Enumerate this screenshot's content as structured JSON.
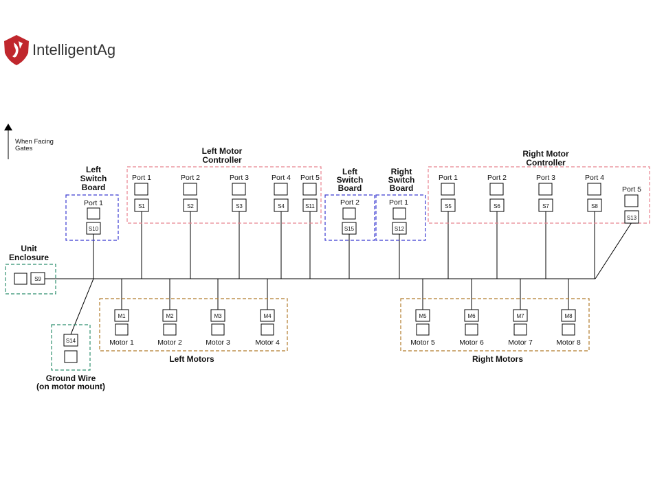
{
  "brand": {
    "name": "IntelligentAg",
    "logo_color": "#c0272d"
  },
  "orientation": {
    "line1": "When Facing",
    "line2": "Gates"
  },
  "colors": {
    "controller": "#e8838f",
    "switchboard": "#3a3ad0",
    "enclosure": "#2f8f6f",
    "motors": "#b07a2a"
  },
  "labels": {
    "left_motor_controller": [
      "Left Motor",
      "Controller"
    ],
    "right_motor_controller": [
      "Right Motor",
      "Controller"
    ],
    "left_switch_board_a": [
      "Left",
      "Switch",
      "Board"
    ],
    "left_switch_board_b": [
      "Left",
      "Switch",
      "Board"
    ],
    "right_switch_board": [
      "Right",
      "Switch",
      "Board"
    ],
    "unit_enclosure": [
      "Unit",
      "Enclosure"
    ],
    "ground_wire": [
      "Ground Wire",
      "(on motor mount)"
    ],
    "left_motors": "Left Motors",
    "right_motors": "Right Motors"
  },
  "left_controller_ports": [
    {
      "port": "Port 1",
      "sensor": "S1"
    },
    {
      "port": "Port 2",
      "sensor": "S2"
    },
    {
      "port": "Port 3",
      "sensor": "S3"
    },
    {
      "port": "Port 4",
      "sensor": "S4"
    },
    {
      "port": "Port 5",
      "sensor": "S11"
    }
  ],
  "right_controller_ports": [
    {
      "port": "Port 1",
      "sensor": "S5"
    },
    {
      "port": "Port 2",
      "sensor": "S6"
    },
    {
      "port": "Port 3",
      "sensor": "S7"
    },
    {
      "port": "Port 4",
      "sensor": "S8"
    },
    {
      "port": "Port 5",
      "sensor": "S13"
    }
  ],
  "left_switch_board_a": {
    "port": "Port 1",
    "sensor": "S10"
  },
  "left_switch_board_b": {
    "port": "Port 2",
    "sensor": "S15"
  },
  "right_switch_board": {
    "port": "Port 1",
    "sensor": "S12"
  },
  "unit_enclosure": {
    "sensor": "S9"
  },
  "ground_wire": {
    "sensor": "S14"
  },
  "left_motors": [
    {
      "id": "M1",
      "name": "Motor 1"
    },
    {
      "id": "M2",
      "name": "Motor 2"
    },
    {
      "id": "M3",
      "name": "Motor 3"
    },
    {
      "id": "M4",
      "name": "Motor 4"
    }
  ],
  "right_motors": [
    {
      "id": "M5",
      "name": "Motor 5"
    },
    {
      "id": "M6",
      "name": "Motor 6"
    },
    {
      "id": "M7",
      "name": "Motor 7"
    },
    {
      "id": "M8",
      "name": "Motor 8"
    }
  ]
}
